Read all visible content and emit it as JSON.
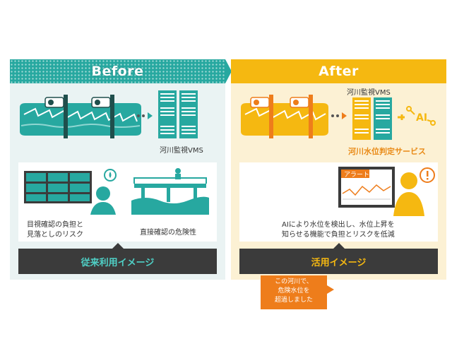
{
  "before": {
    "header": "Before",
    "vms_label": "河川監視VMS",
    "risk1_line1": "目視確認の負担と",
    "risk1_line2": "見落としのリスク",
    "risk2": "直接確認の危険性",
    "footer": "従来利用イメージ"
  },
  "after": {
    "header": "After",
    "vms_label": "河川監視VMS",
    "ai_label": "AI",
    "service_label": "河川水位判定サービス",
    "alert_title": "アラート",
    "bubble_line1": "この河川で、",
    "bubble_line2": "危険水位を",
    "bubble_line3": "超過しました",
    "desc_line1": "AIにより水位を検出し、水位上昇を",
    "desc_line2": "知らせる機能で負担とリスクを低減",
    "footer": "活用イメージ"
  },
  "colors": {
    "teal": "#27a8a0",
    "orange": "#f5b811",
    "dark_orange": "#ee7d1b",
    "dark": "#3b3b3b"
  }
}
